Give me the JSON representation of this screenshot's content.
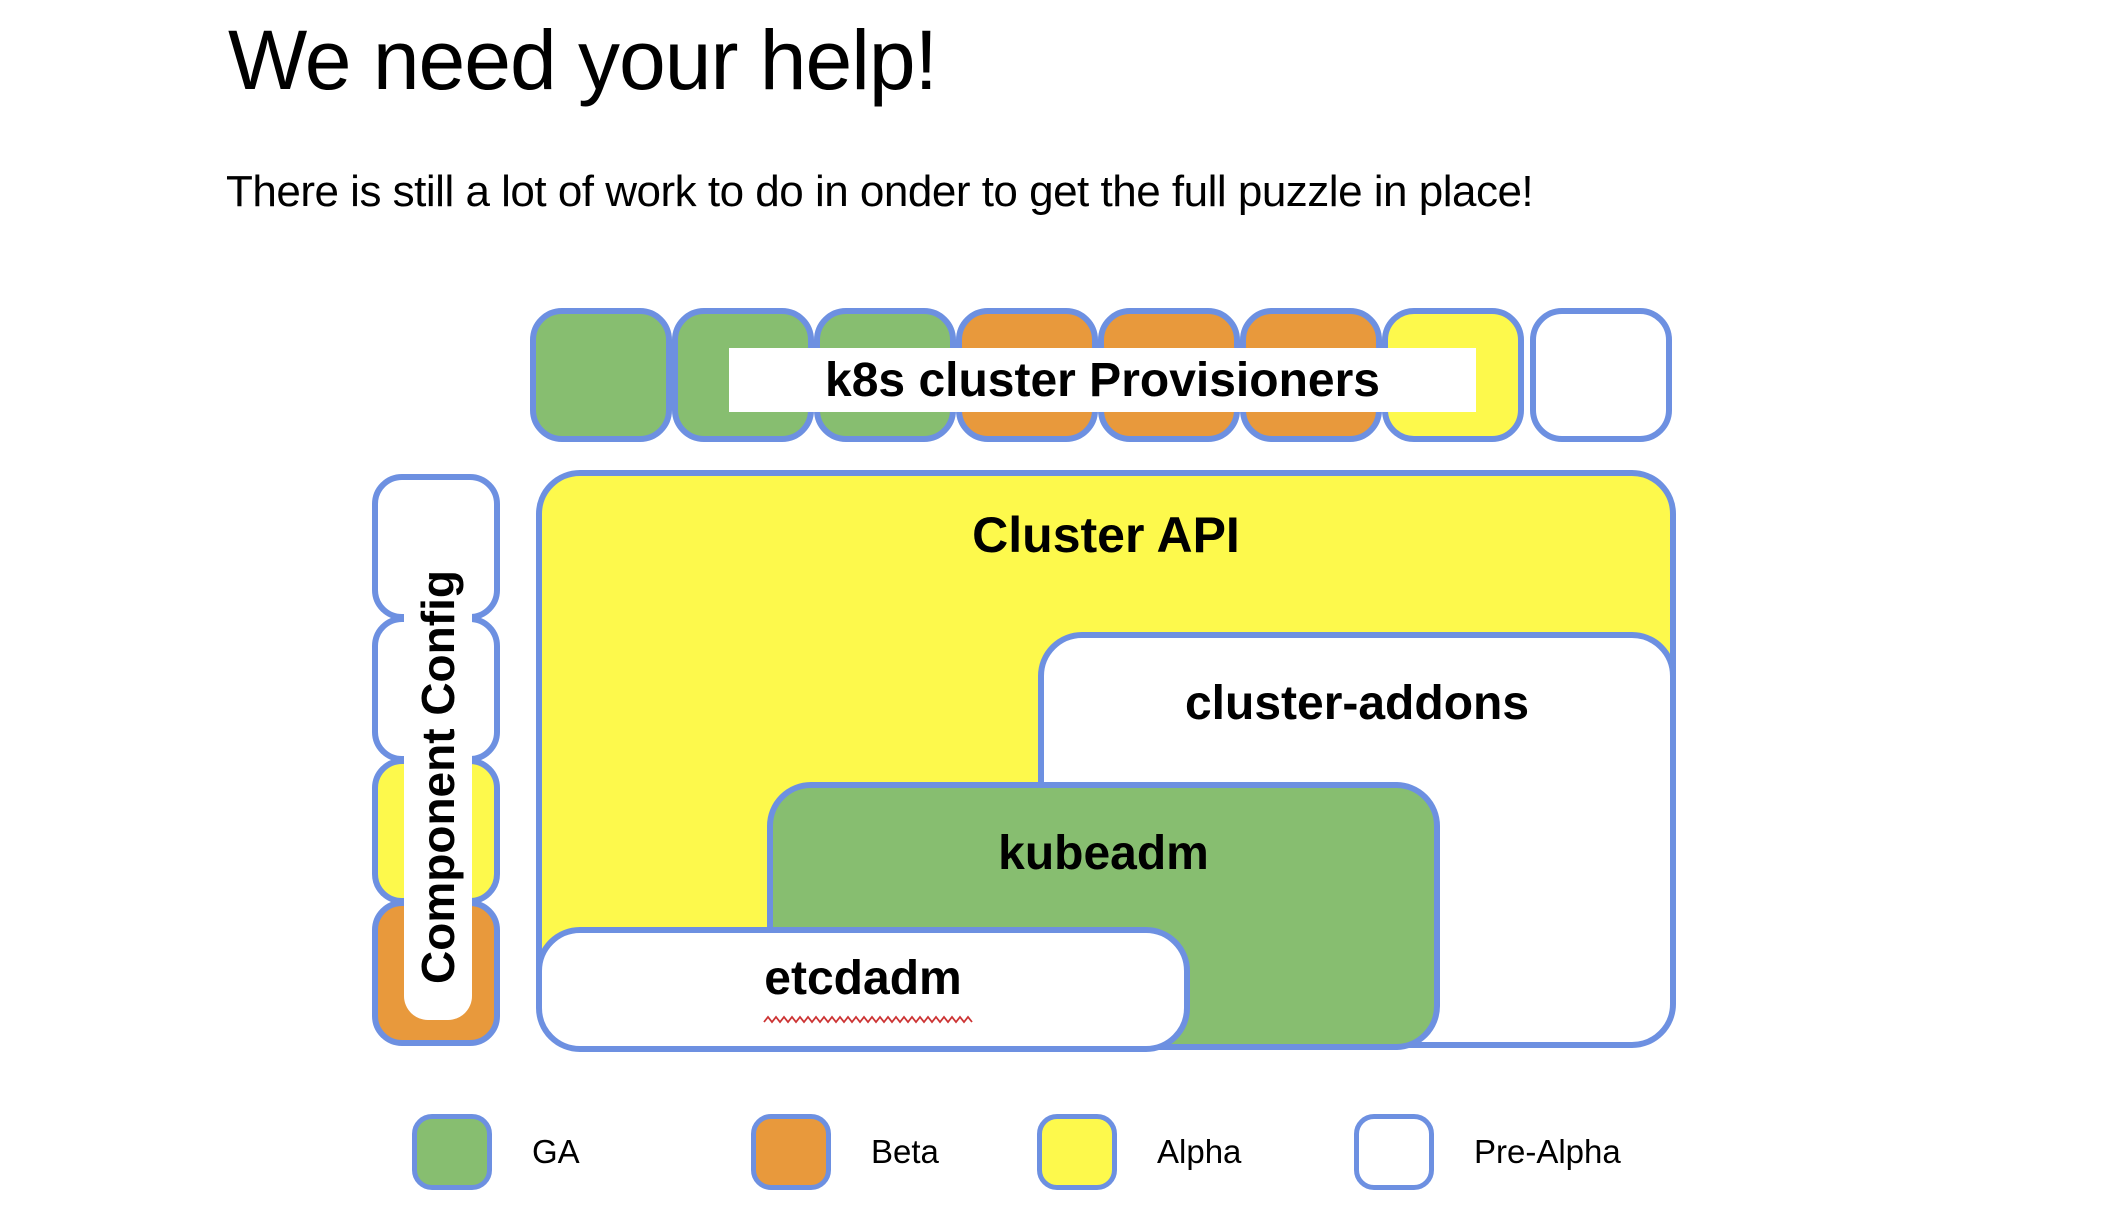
{
  "title": "We need your help!",
  "subtitle": "There is still a lot of work to do in onder to get the full puzzle in place!",
  "colors": {
    "ga_green": "#87BE70",
    "beta_orange": "#E8993C",
    "alpha_yellow": "#FDF94C",
    "pre_alpha_white": "#FFFFFF",
    "border_blue": "#6D90E1",
    "squiggle_red": "#CC3333"
  },
  "provisioners_row": {
    "label": "k8s cluster Provisioners",
    "squares": [
      {
        "status": "ga"
      },
      {
        "status": "ga"
      },
      {
        "status": "ga"
      },
      {
        "status": "beta"
      },
      {
        "status": "beta"
      },
      {
        "status": "beta"
      },
      {
        "status": "alpha"
      },
      {
        "status": "pre_alpha",
        "gap_before": true
      }
    ]
  },
  "component_config": {
    "label": "Component Config",
    "squares": [
      {
        "status": "pre_alpha"
      },
      {
        "status": "pre_alpha"
      },
      {
        "status": "alpha"
      },
      {
        "status": "beta"
      }
    ]
  },
  "boxes": {
    "cluster_api": {
      "label": "Cluster API",
      "status": "alpha"
    },
    "cluster_addons": {
      "label": "cluster-addons",
      "status": "pre_alpha"
    },
    "kubeadm": {
      "label": "kubeadm",
      "status": "ga"
    },
    "etcdadm": {
      "label": "etcdadm",
      "status": "pre_alpha",
      "spellcheck_underline": true
    }
  },
  "legend": {
    "items": [
      {
        "label": "GA",
        "status": "ga"
      },
      {
        "label": "Beta",
        "status": "beta"
      },
      {
        "label": "Alpha",
        "status": "alpha"
      },
      {
        "label": "Pre-Alpha",
        "status": "pre_alpha"
      }
    ]
  }
}
